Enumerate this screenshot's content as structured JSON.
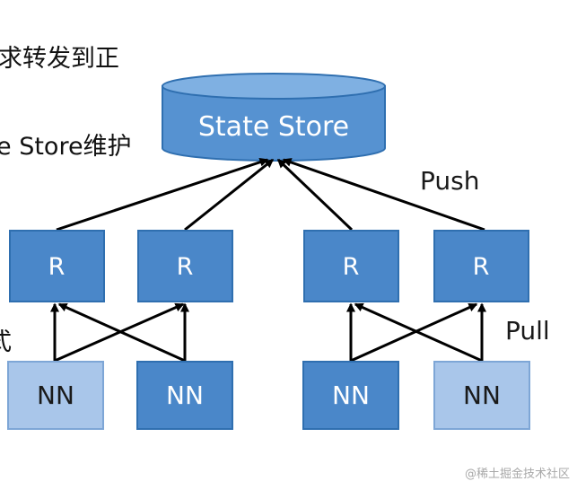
{
  "left_text": {
    "line1": "求转发到正",
    "line2": "e Store维护",
    "line3": "式"
  },
  "store": {
    "label": "State Store"
  },
  "replicas": [
    {
      "label": "R"
    },
    {
      "label": "R"
    },
    {
      "label": "R"
    },
    {
      "label": "R"
    }
  ],
  "nodes": [
    {
      "label": "NN",
      "style": "light"
    },
    {
      "label": "NN",
      "style": "dark"
    },
    {
      "label": "NN",
      "style": "dark"
    },
    {
      "label": "NN",
      "style": "light"
    }
  ],
  "push_label": "Push",
  "pull_label": "Pull",
  "watermark": "@稀土掘金技术社区",
  "colors": {
    "box_fill": "#4a87c9",
    "box_stroke": "#2f6fb0",
    "box_fill_light": "#a9c6ea",
    "store_fill": "#5692d1",
    "store_top": "#7fb0e2",
    "text_on_dark": "#ffffff",
    "text_on_light": "#1a1a1a",
    "arrow": "#000000"
  }
}
